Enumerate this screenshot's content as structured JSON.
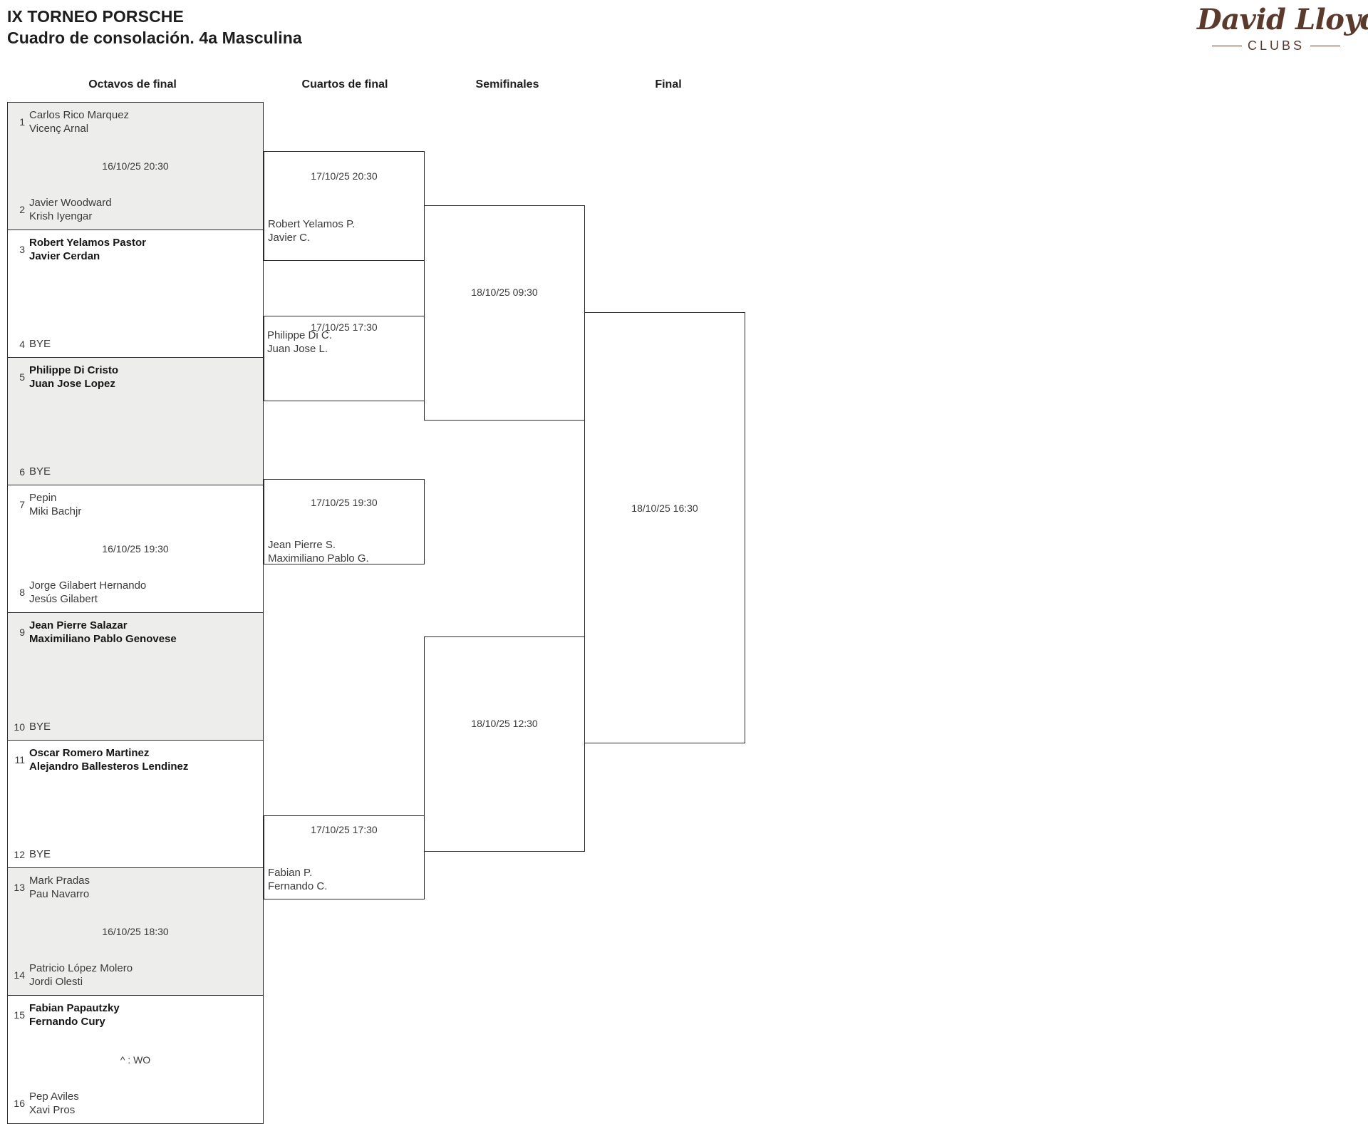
{
  "header": {
    "title_line1": "IX TORNEO PORSCHE",
    "title_line2": "Cuadro de consolación. 4a Masculina"
  },
  "logo": {
    "script_text": "David Lloyd",
    "sub_text": "CLUBS",
    "color": "#5b3a2e"
  },
  "rounds": [
    {
      "label": "Octavos de final"
    },
    {
      "label": "Cuartos de final"
    },
    {
      "label": "Semifinales"
    },
    {
      "label": "Final"
    }
  ],
  "colors": {
    "shade": "#ededec",
    "line": "#2b2b2b",
    "text": "#3a3a3a",
    "winner_text": "#161616"
  },
  "round1": {
    "pairs": [
      {
        "shaded": true,
        "date": "16/10/25 20:30",
        "top": {
          "seed": "1",
          "line1": "Carlos Rico Marquez",
          "line2": "Vicenç Arnal",
          "winner": false,
          "bye": false
        },
        "bottom": {
          "seed": "2",
          "line1": "Javier Woodward",
          "line2": "Krish Iyengar",
          "winner": false,
          "bye": false
        }
      },
      {
        "shaded": false,
        "date": "",
        "top": {
          "seed": "3",
          "line1": "Robert Yelamos Pastor",
          "line2": "Javier Cerdan",
          "winner": true,
          "bye": false
        },
        "bottom": {
          "seed": "4",
          "line1": "BYE",
          "line2": "",
          "winner": false,
          "bye": true
        }
      },
      {
        "shaded": true,
        "date": "",
        "top": {
          "seed": "5",
          "line1": "Philippe Di Cristo",
          "line2": "Juan Jose Lopez",
          "winner": true,
          "bye": false
        },
        "bottom": {
          "seed": "6",
          "line1": "BYE",
          "line2": "",
          "winner": false,
          "bye": true
        }
      },
      {
        "shaded": false,
        "date": "16/10/25 19:30",
        "top": {
          "seed": "7",
          "line1": "Pepin",
          "line2": "Miki Bachjr",
          "winner": false,
          "bye": false
        },
        "bottom": {
          "seed": "8",
          "line1": "Jorge Gilabert Hernando",
          "line2": "Jesús Gilabert",
          "winner": false,
          "bye": false
        }
      },
      {
        "shaded": true,
        "date": "",
        "top": {
          "seed": "9",
          "line1": "Jean Pierre Salazar",
          "line2": "Maximiliano Pablo Genovese",
          "winner": true,
          "bye": false
        },
        "bottom": {
          "seed": "10",
          "line1": "BYE",
          "line2": "",
          "winner": false,
          "bye": true
        }
      },
      {
        "shaded": false,
        "date": "",
        "top": {
          "seed": "11",
          "line1": "Oscar Romero Martinez",
          "line2": "Alejandro Ballesteros Lendinez",
          "winner": true,
          "bye": false
        },
        "bottom": {
          "seed": "12",
          "line1": "BYE",
          "line2": "",
          "winner": false,
          "bye": true
        }
      },
      {
        "shaded": true,
        "date": "16/10/25 18:30",
        "top": {
          "seed": "13",
          "line1": "Mark Pradas",
          "line2": "Pau Navarro",
          "winner": false,
          "bye": false
        },
        "bottom": {
          "seed": "14",
          "line1": "Patricio López Molero",
          "line2": "Jordi Olesti",
          "winner": false,
          "bye": false
        }
      },
      {
        "shaded": false,
        "date": "^ : WO",
        "top": {
          "seed": "15",
          "line1": "Fabian Papautzky",
          "line2": "Fernando Cury",
          "winner": true,
          "bye": false
        },
        "bottom": {
          "seed": "16",
          "line1": "Pep Aviles",
          "line2": "Xavi Pros",
          "winner": false,
          "bye": false
        }
      }
    ]
  },
  "quarterfinals": [
    {
      "date": "17/10/25 20:30",
      "line1": "Robert Yelamos P.",
      "line2": "Javier C."
    },
    {
      "date": "17/10/25 17:30",
      "line1": "Philippe Di C.",
      "line2": "Juan Jose L."
    },
    {
      "date": "17/10/25 19:30",
      "line1": "Jean Pierre S.",
      "line2": "Maximiliano Pablo G."
    },
    {
      "date": "17/10/25 17:30",
      "line1": "Fabian P.",
      "line2": "Fernando C."
    }
  ],
  "semifinals": [
    {
      "date": "18/10/25 09:30",
      "line1": "",
      "line2": ""
    },
    {
      "date": "18/10/25 12:30",
      "line1": "",
      "line2": ""
    }
  ],
  "final": {
    "date": "18/10/25 16:30",
    "line1": "",
    "line2": ""
  }
}
